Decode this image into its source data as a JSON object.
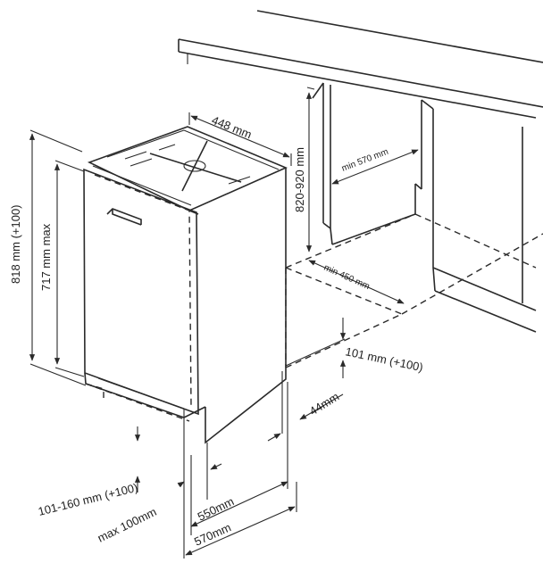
{
  "dimensions": {
    "width": "448 mm",
    "height_total": "818 mm (+100)",
    "height_door": "717 mm max",
    "niche_height": "820-920 mm",
    "niche_depth_min": "min 570 mm",
    "niche_width_min": "min 450 mm",
    "plinth_gap": "101 mm (+100)",
    "plinth_offset": "44mm",
    "foot_range": "101-160 mm (+100)",
    "max_depth_extra": "max 100mm",
    "depth": "550mm",
    "depth_total": "570mm"
  }
}
